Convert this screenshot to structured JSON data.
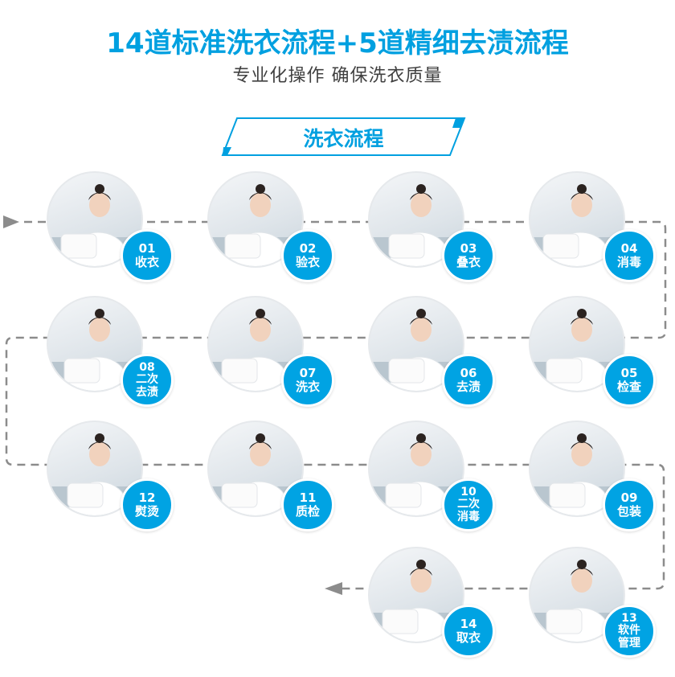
{
  "header": {
    "title": "14道标准洗衣流程+5道精细去渍流程",
    "subtitle": "专业化操作 确保洗衣质量",
    "section_label": "洗衣流程"
  },
  "colors": {
    "accent": "#00a0e0",
    "title": "#00a0e0",
    "dashed_line": "#8c8c8c",
    "badge": "#00a3e3"
  },
  "steps": [
    {
      "num": "01",
      "label": "收衣"
    },
    {
      "num": "02",
      "label": "验衣"
    },
    {
      "num": "03",
      "label": "叠衣"
    },
    {
      "num": "04",
      "label": "消毒"
    },
    {
      "num": "05",
      "label": "检查"
    },
    {
      "num": "06",
      "label": "去渍"
    },
    {
      "num": "07",
      "label": "洗衣"
    },
    {
      "num": "08",
      "label": "二次\n去渍"
    },
    {
      "num": "09",
      "label": "包装"
    },
    {
      "num": "10",
      "label": "二次\n消毒"
    },
    {
      "num": "11",
      "label": "质检"
    },
    {
      "num": "12",
      "label": "熨烫"
    },
    {
      "num": "13",
      "label": "软件\n管理"
    },
    {
      "num": "14",
      "label": "取衣"
    }
  ]
}
